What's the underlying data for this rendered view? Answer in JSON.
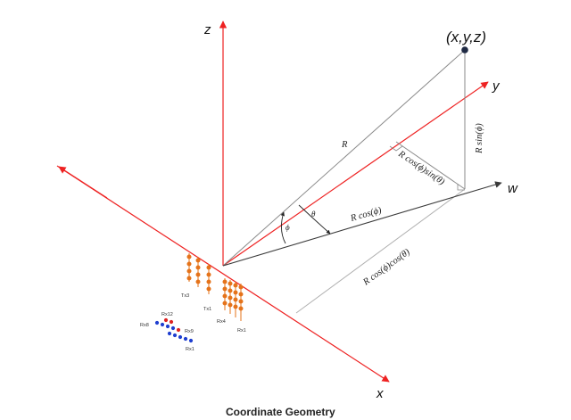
{
  "axes": {
    "z": "z",
    "y": "y",
    "w": "w",
    "x": "x"
  },
  "point": {
    "label": "(x,y,z)"
  },
  "segments": {
    "R": "R",
    "R_sin_phi": "R sin(ϕ)",
    "R_cos_phi_sin_theta": "R cos(ϕ)sin(θ)",
    "R_cos_phi": "R cos(ϕ)",
    "R_cos_phi_cos_theta": "R cos(ϕ)cos(θ)"
  },
  "angles": {
    "phi": "ϕ",
    "theta": "θ"
  },
  "antennas": {
    "tx3": "Tx3",
    "tx1": "Tx1",
    "rx4": "Rx4",
    "rx1_vertical": "Rx1",
    "rx12": "Rx12",
    "rx9": "Rx9",
    "rx8": "Rx8",
    "rx1_linear": "Rx1"
  },
  "caption": "Coordinate Geometry",
  "colors": {
    "axis_red": "#ee2222",
    "line_gray": "#8a8a8a",
    "line_dark": "#3a3a3a",
    "point": "#1f2a44",
    "tx_orange": "#e5731a",
    "rx_blue": "#1f3fd0",
    "rx_red": "#dd2222"
  }
}
